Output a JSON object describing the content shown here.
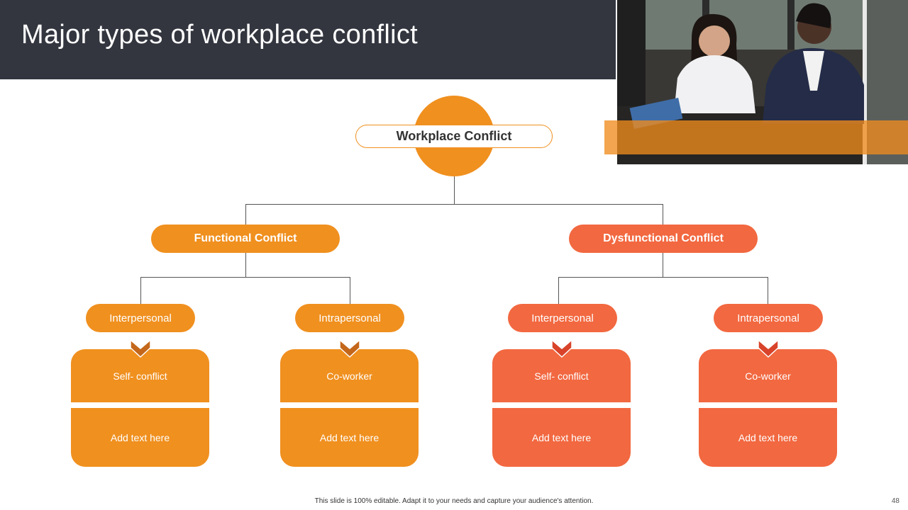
{
  "slide": {
    "title": "Major types of workplace conflict",
    "footer_note": "This slide is 100% editable. Adapt it to your needs and capture your audience's attention.",
    "page_number": "48"
  },
  "colors": {
    "header_bg": "#33363f",
    "orange": "#f0901f",
    "coral": "#f26840",
    "chevron_orange": "#c4671a",
    "chevron_coral": "#d8432a",
    "connector": "#555555"
  },
  "tree": {
    "root": "Workplace Conflict",
    "functional": {
      "label": "Functional Conflict",
      "left_child": {
        "label": "Interpersonal",
        "card_title": "Self- conflict",
        "card_text": "Add text here"
      },
      "right_child": {
        "label": "Intrapersonal",
        "card_title": "Co-worker",
        "card_text": "Add text here"
      }
    },
    "dysfunctional": {
      "label": "Dysfunctional Conflict",
      "left_child": {
        "label": "Interpersonal",
        "card_title": "Self- conflict",
        "card_text": "Add text here"
      },
      "right_child": {
        "label": "Intrapersonal",
        "card_title": "Co-worker",
        "card_text": "Add text here"
      }
    }
  }
}
